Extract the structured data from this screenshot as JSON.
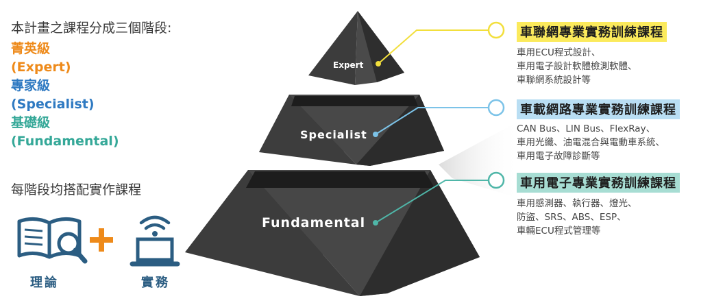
{
  "intro": {
    "text": "本計畫之課程分成三個階段:",
    "levels": [
      {
        "name": "菁英級",
        "en": "(Expert)",
        "color": "#ee8a1a"
      },
      {
        "name": "專家級",
        "en": "(Specialist)",
        "color": "#2f7ac2"
      },
      {
        "name": "基礎級",
        "en": "(Fundamental)",
        "color": "#35a898"
      }
    ]
  },
  "practice": {
    "text": "每階段均搭配實作課程",
    "theory_label": "理論",
    "practice_label": "實務",
    "icons": [
      "book-magnifier-icon",
      "plus-icon",
      "laptop-wifi-icon"
    ],
    "icon_color": "#2b5d82",
    "plus_color": "#ee8a1a"
  },
  "pyramid": {
    "tiers": [
      {
        "label": "Expert"
      },
      {
        "label": "Specialist"
      },
      {
        "label": "Fundamental"
      }
    ]
  },
  "callouts": [
    {
      "title": "車聯網專業實務訓練課程",
      "highlight": "#fbea5c",
      "line_color": "#f2df3c",
      "lines": [
        "車用ECU程式設計、",
        "車用電子設計軟體檢測軟體、",
        "車聯網系統設計等"
      ]
    },
    {
      "title": "車載網路專業實務訓練課程",
      "highlight": "#b9def3",
      "line_color": "#7cc3e8",
      "lines": [
        "CAN Bus、LIN Bus、FlexRay、",
        "車用光纖、油電混合與電動車系統、",
        "車用電子故障診斷等"
      ]
    },
    {
      "title": "車用電子專業實務訓練課程",
      "highlight": "#a7ddd3",
      "line_color": "#4fb6a8",
      "lines": [
        "車用感測器、執行器、燈光、",
        "防盜、SRS、ABS、ESP、",
        "車輛ECU程式管理等"
      ]
    }
  ]
}
